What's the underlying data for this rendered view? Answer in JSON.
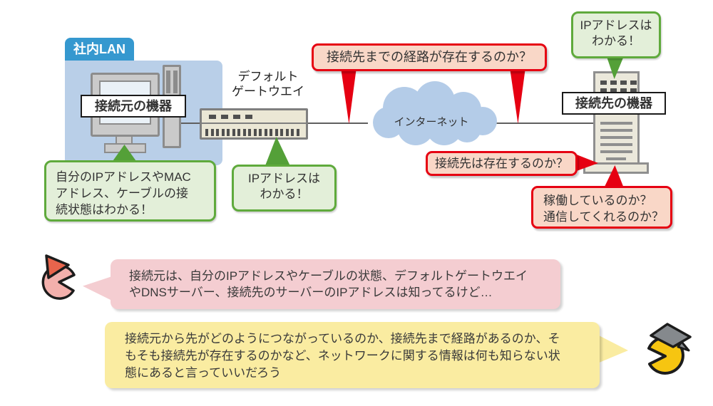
{
  "lan": {
    "tab_label": "社内LAN"
  },
  "nodes": {
    "source_device_label": "接続元の機器",
    "gateway_title": "デフォルト\nゲートウエイ",
    "internet_label": "インターネット",
    "dest_device_label": "接続先の機器"
  },
  "known_bubbles": {
    "source": "自分のIPアドレスやMAC\nアドレス、ケーブルの接\n続状態はわかる！",
    "gateway": "IPアドレスは\nわかる！",
    "destination": "IPアドレスは\nわかる！"
  },
  "question_bubbles": {
    "route": "接続先までの経路が存在するのか？",
    "exists": "接続先は存在するのか？",
    "alive": "稼働しているのか？\n通信してくれるのか？"
  },
  "commentary": {
    "pink": "接続元は、自分のIPアドレスやケーブルの状態、デフォルトゲートウエイ\nやDNSサーバー、接続先のサーバーのIPアドレスは知ってるけど…",
    "yellow": "接続元から先がどのようにつながっているのか、接続先まで経路があるのか、そ\nもそも接続先が存在するのかなど、ネットワークに関する情報は何も知らない状\n態にあると言っていいだろう"
  },
  "colors": {
    "lan_tab_blue": "#3598cf",
    "lan_box_blue": "#b9cfe8",
    "cloud_blue": "#b4cce8",
    "question_border_red": "#e60012",
    "question_fill": "#f9d7c7",
    "known_border_green": "#5faa3c",
    "known_fill": "#e3efd9",
    "known_pointer_green": "#54a038",
    "pink_bubble": "#f4cdd1",
    "yellow_bubble": "#faeca1"
  }
}
